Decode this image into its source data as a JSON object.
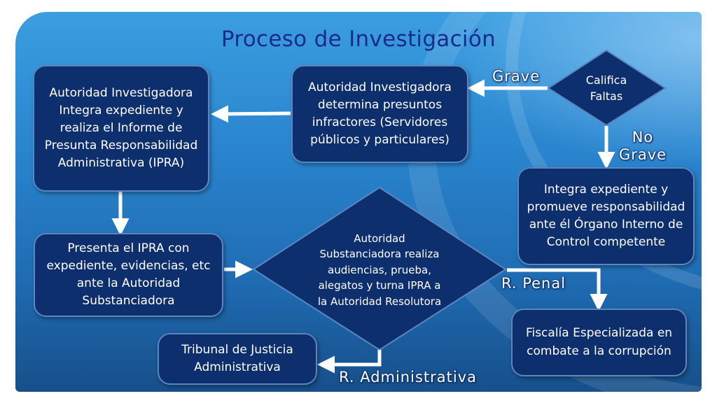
{
  "title": "Proceso de Investigación",
  "nodes": {
    "ipra": "Autoridad Investigadora Integra expediente y realiza el Informe de Presunta Responsabilidad Administrativa (IPRA)",
    "determina": "Autoridad Investigadora determina presuntos infractores (Servidores públicos y particulares)",
    "califica": "Califica Faltas",
    "integra_oic": "Integra expediente y promueve responsabilidad ante él Órgano Interno de Control competente",
    "presenta": "Presenta el IPRA con expediente, evidencias, etc ante la Autoridad Substanciadora",
    "substanciadora": "Autoridad Substanciadora realiza audiencias, prueba, alegatos y turna IPRA a la Autoridad Resolutora",
    "fiscalia": "Fiscalía Especializada en combate a la corrupción",
    "tribunal": "Tribunal de Justicia Administrativa"
  },
  "branches": {
    "grave": "Grave",
    "no_grave": "No Grave",
    "r_penal": "R. Penal",
    "r_administrativa": "R. Administrativa"
  },
  "colors": {
    "node_fill": "#0e2f6d",
    "node_border": "#5b86c0",
    "title": "#1b2a8c",
    "arrow": "#ffffff"
  }
}
